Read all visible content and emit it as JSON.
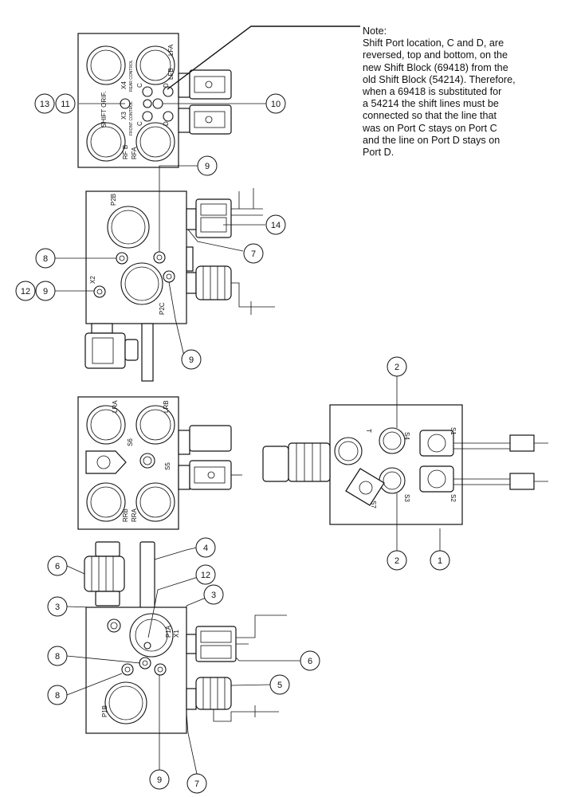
{
  "note": {
    "title": "Note:",
    "lines": [
      "Shift Port location, C and D, are",
      "reversed, top and bottom, on the",
      "new Shift Block (69418) from the",
      "old Shift Block (54214). Therefore,",
      "when a 69418 is substituted for",
      "a 54214 the shift lines must be",
      "connected so that the line that",
      "was on Port C stays on Port C",
      "and the line on Port D stays on",
      "Port D."
    ]
  },
  "callouts": {
    "c13": "13",
    "c11": "11",
    "c10": "10",
    "c9a": "9",
    "c14": "14",
    "c8a": "8",
    "c7a": "7",
    "c12a": "12",
    "c9b": "9",
    "c9c": "9",
    "c2a": "2",
    "c2b": "2",
    "c1": "1",
    "c4": "4",
    "c6a": "6",
    "c12b": "12",
    "c3a": "3",
    "c3b": "3",
    "c8b": "8",
    "c6b": "6",
    "c8c": "8",
    "c5": "5",
    "c9d": "9",
    "c7b": "7"
  },
  "port_labels": {
    "lfa": "LFA",
    "lfb": "LFB",
    "rfb": "RF B",
    "rfa": "RFA",
    "shift_orif": "SHIFT ORIF.",
    "x4": "X4",
    "x3": "X3",
    "rear_control": "REAR CONTROL",
    "front_control": "FRONT CONTROL",
    "c_top": "C",
    "d_top": "D",
    "c_bot": "C",
    "d_bot": "D",
    "p2b": "P2B",
    "p2c": "P2C",
    "x2": "X2",
    "lra": "LRA",
    "lrb": "LRB",
    "rrb": "RRB",
    "rra": "RRA",
    "s6": "S6",
    "s5": "S5",
    "t": "T",
    "s4": "S4",
    "s1": "S1",
    "s2": "S2",
    "s3": "S3",
    "s7": "S7",
    "p1a": "P1A",
    "x1": "X1",
    "p1b": "P1B"
  }
}
